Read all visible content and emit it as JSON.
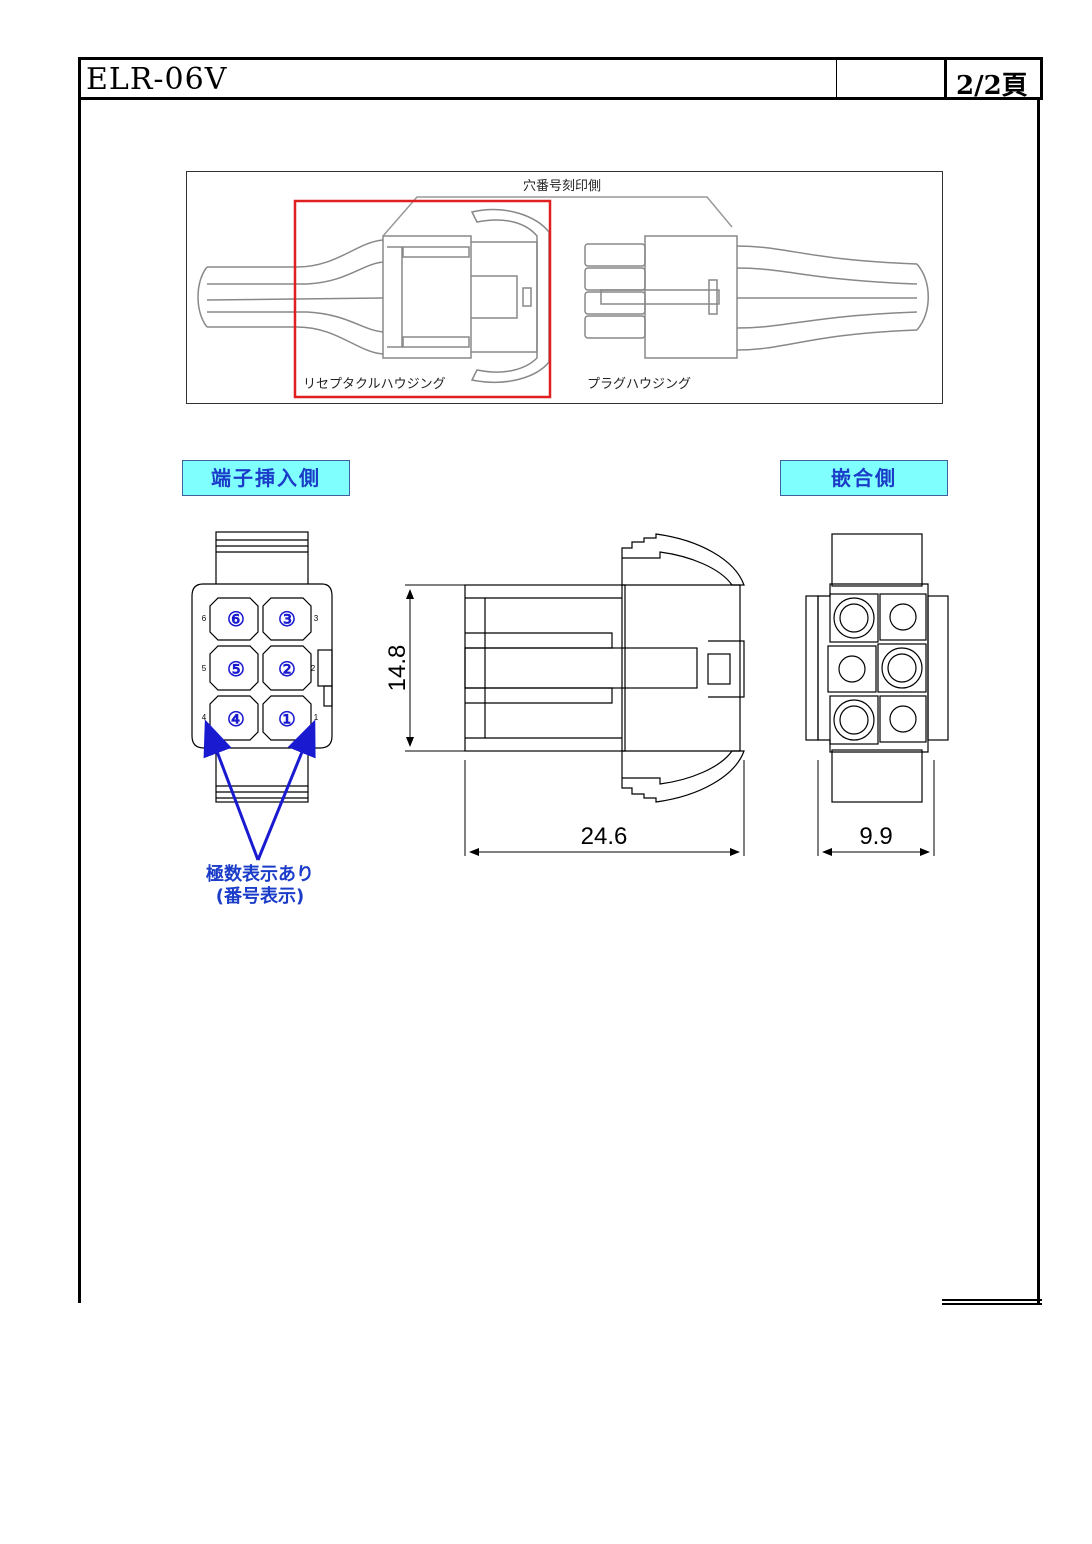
{
  "header": {
    "model": "ELR-06V",
    "page": "2/2頁"
  },
  "photo": {
    "top_label": "穴番号刻印側",
    "receptacle_label": "リセプタクルハウジング",
    "plug_label": "プラグハウジング"
  },
  "views": {
    "terminal_side_label": "端子挿入側",
    "mating_side_label": "嵌合側"
  },
  "pins": {
    "circled": [
      "⑥",
      "③",
      "⑤",
      "②",
      "④",
      "①"
    ],
    "small": [
      "6",
      "3",
      "5",
      "2",
      "4",
      "1"
    ]
  },
  "dimensions": {
    "height": "14.8",
    "length": "24.6",
    "width": "9.9"
  },
  "note": {
    "line1": "極数表示あり",
    "line2": "(番号表示)"
  },
  "colors": {
    "label_bg": "#80ffff",
    "label_text": "#1a3cc8",
    "highlight": "#e02020",
    "arrow": "#1a1ad0"
  }
}
